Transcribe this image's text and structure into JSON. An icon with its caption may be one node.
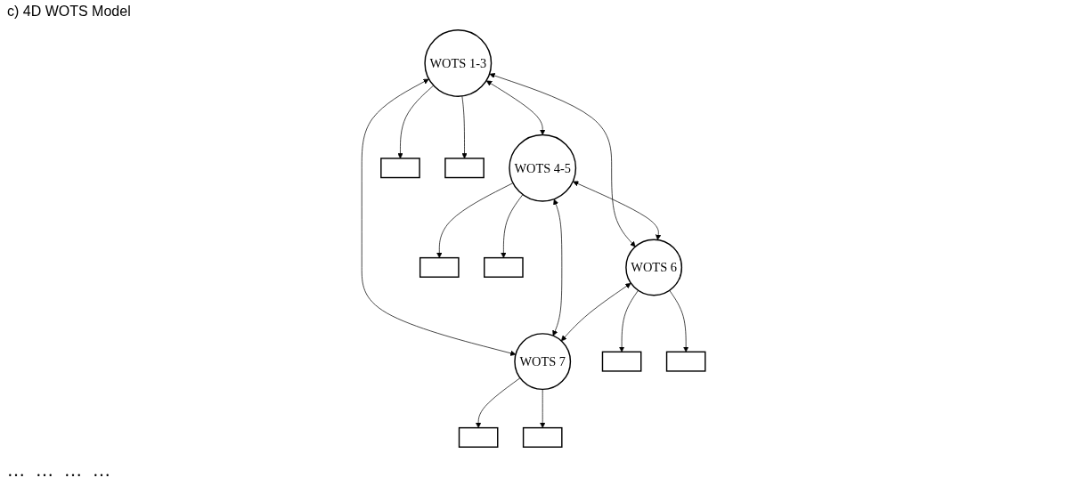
{
  "diagram": {
    "title": "c) 4D WOTS Model",
    "nodes": [
      {
        "text": [
          "WOTS 1-3"
        ]
      },
      {
        "text": [
          "WOTS 4-5"
        ]
      },
      {
        "text": [
          "WOTS 6"
        ]
      },
      {
        "text": [
          "WOTS 7"
        ]
      },
      {
        "text": [],
        "shape": "box"
      },
      {
        "text": [],
        "shape": "box"
      },
      {
        "text": [],
        "shape": "box"
      },
      {
        "text": [],
        "shape": "box"
      },
      {
        "text": [],
        "shape": "box"
      },
      {
        "text": [],
        "shape": "box"
      },
      {
        "text": [],
        "shape": "box"
      },
      {
        "text": [],
        "shape": "box"
      }
    ],
    "edges": [
      {
        "from": 0,
        "to": 1,
        "arrow": "both"
      },
      {
        "from": 0,
        "to": 2,
        "arrow": "both"
      },
      {
        "from": 0,
        "to": 3,
        "arrow": "both"
      },
      {
        "from": 1,
        "to": 2,
        "arrow": "both"
      },
      {
        "from": 1,
        "to": 3,
        "arrow": "both"
      },
      {
        "from": 2,
        "to": 3,
        "arrow": "both"
      },
      {
        "from": 0,
        "to": 4,
        "arrow": "to"
      },
      {
        "from": 0,
        "to": 5,
        "arrow": "to"
      },
      {
        "from": 1,
        "to": 6,
        "arrow": "to"
      },
      {
        "from": 1,
        "to": 7,
        "arrow": "to"
      },
      {
        "from": 2,
        "to": 8,
        "arrow": "to"
      },
      {
        "from": 2,
        "to": 9,
        "arrow": "to"
      },
      {
        "from": 3,
        "to": 10,
        "arrow": "to"
      },
      {
        "from": 3,
        "to": 11,
        "arrow": "to"
      }
    ],
    "labels": [
      "…",
      "…",
      "…",
      "…"
    ]
  }
}
